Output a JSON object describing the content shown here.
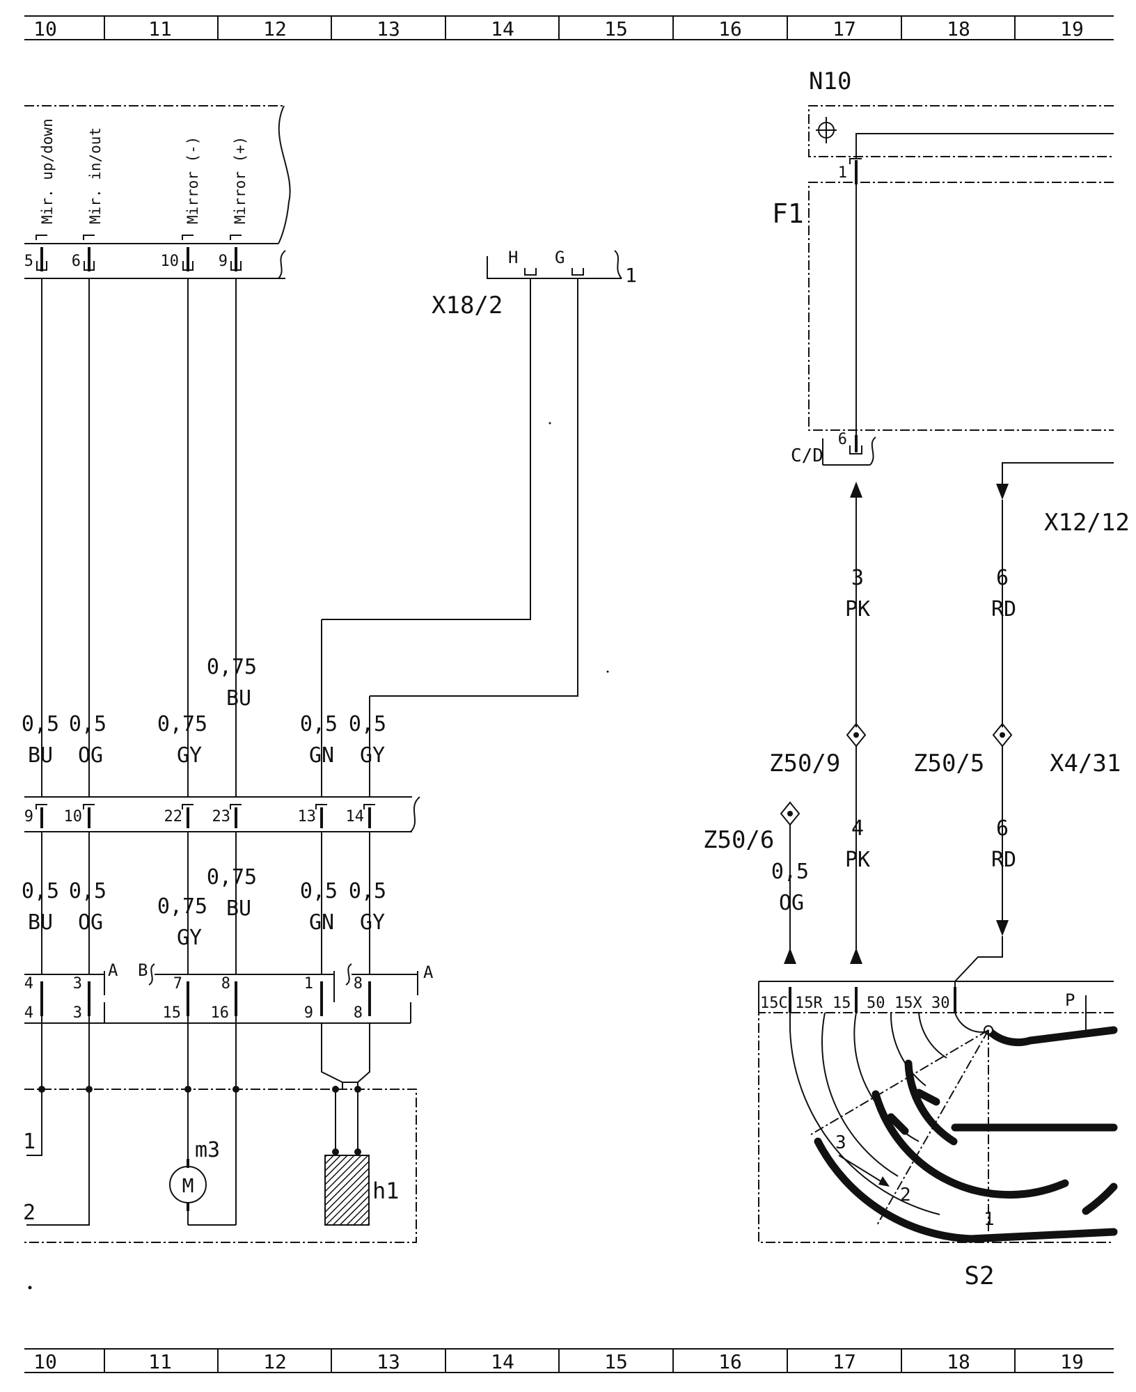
{
  "grid": {
    "top": [
      "10",
      "11",
      "12",
      "13",
      "14",
      "15",
      "16",
      "17",
      "18",
      "19"
    ],
    "bottom": [
      "10",
      "11",
      "12",
      "13",
      "14",
      "15",
      "16",
      "17",
      "18",
      "19"
    ]
  },
  "labels": {
    "n10": "N10",
    "f1": "F1",
    "x18": "X18/2",
    "x18_pin_h": "H",
    "x18_pin_g": "G",
    "x18_one": "1",
    "cd": "C/D",
    "x12": "X12/12",
    "x4": "X4/31",
    "z50_9": "Z50/9",
    "z50_5": "Z50/5",
    "z50_6": "Z50/6",
    "s2": "S2",
    "m3": "m3",
    "m": "M",
    "h1": "h1",
    "a1": "A",
    "a2": "A",
    "b": "B"
  },
  "module_labels": [
    "Mir. up/down",
    "Mir. in/out",
    "Mirror (-)",
    "Mirror (+)"
  ],
  "pins": {
    "module": [
      "5",
      "6",
      "10",
      "9"
    ],
    "n10_top": "1",
    "n10_bottom": "6",
    "mid": [
      "9",
      "10",
      "22",
      "23",
      "13",
      "14"
    ],
    "lower_top": [
      "4",
      "3",
      "7",
      "8",
      "1",
      "8"
    ],
    "lower_bottom": [
      "4",
      "3",
      "15",
      "16",
      "9",
      "8"
    ],
    "s2": [
      "15C",
      "15R",
      "15",
      "50",
      "15X",
      "30"
    ],
    "s2_p": "P",
    "s2_pos": [
      "1",
      "2",
      "3"
    ],
    "load_1": "1",
    "load_2": "2"
  },
  "wires": {
    "w1_size": "0,5",
    "w1_color": "BU",
    "w2_size": "0,5",
    "w2_color": "OG",
    "w3_size": "0,75",
    "w3_color": "GY",
    "w4_size": "0,75",
    "w4_color": "BU",
    "w5_size": "0,5",
    "w5_color": "GN",
    "w6_size": "0,5",
    "w6_color": "GY",
    "pk_upper_num": "3",
    "pk_upper_color": "PK",
    "rd_upper_num": "6",
    "rd_upper_color": "RD",
    "pk_lower_num": "4",
    "pk_lower_color": "PK",
    "rd_lower_num": "6",
    "rd_lower_color": "RD",
    "og_s2_size": "0,5",
    "og_s2_color": "OG"
  }
}
